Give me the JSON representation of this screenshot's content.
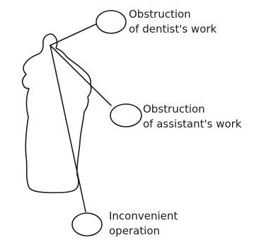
{
  "labels": {
    "dentist": {
      "line1": "Obstruction",
      "line2": "of dentist's work"
    },
    "assistant": {
      "line1": "Obstruction",
      "line2": "of assistant's work"
    },
    "operation": {
      "line1": "Inconvenient",
      "line2": "operation"
    }
  },
  "colors": {
    "stroke": "#1a1a1a",
    "background": "#ffffff"
  }
}
